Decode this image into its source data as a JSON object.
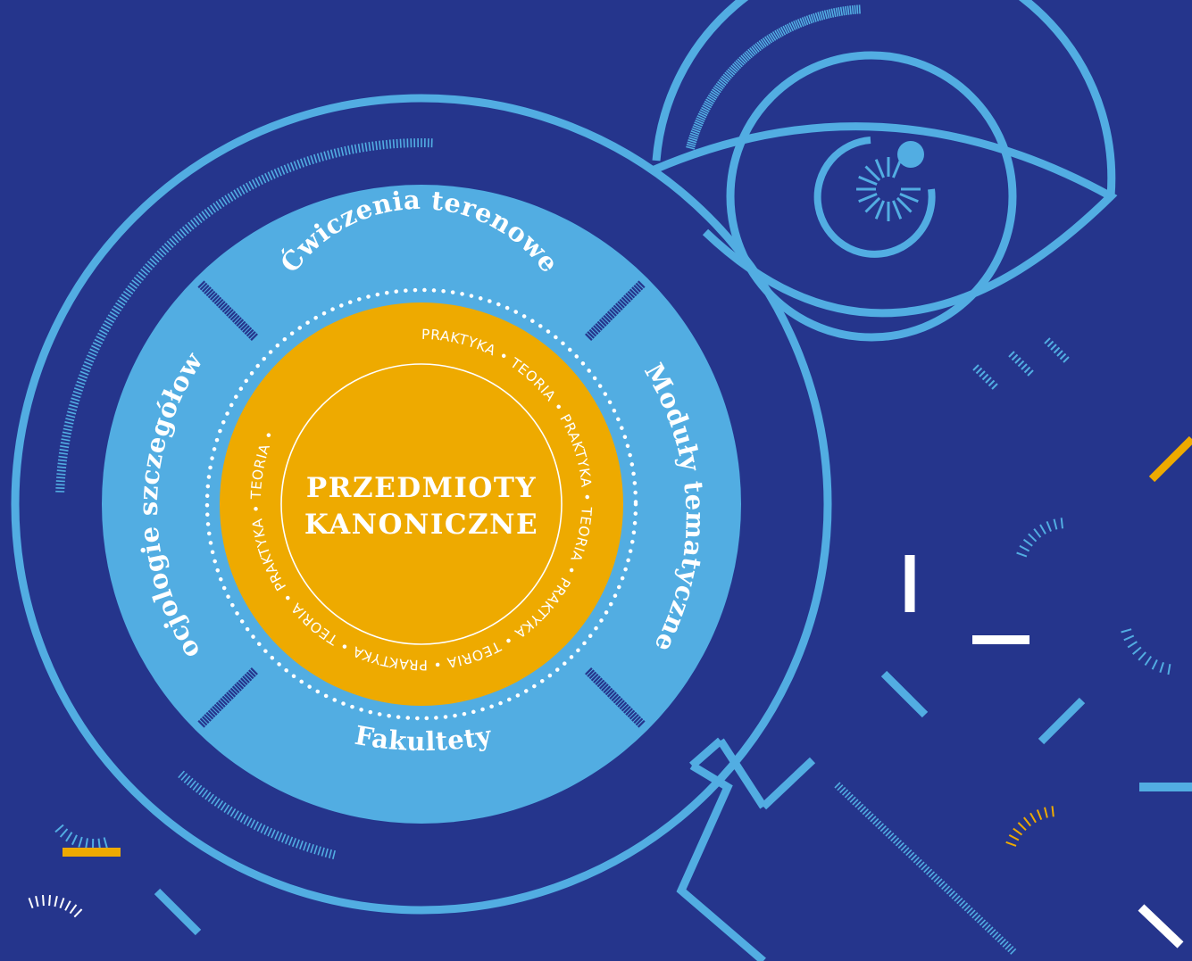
{
  "center": {
    "line1": "PRZEDMIOTY",
    "line2": "KANONICZNE"
  },
  "segments": {
    "top": "Ćwiczenia terenowe",
    "right": "Moduły tematyczne",
    "bottom": "Fakultety",
    "left": "Socjologie szczegółowe"
  },
  "inner_ring": {
    "text": "PRAKTYKA  •  TEORIA  •  PRAKTYKA  •  TEORIA  •  PRAKTYKA  •  TEORIA  •  PRAKTYKA  •  TEORIA  •  PRAKTYKA  •  TEORIA  •"
  },
  "colors": {
    "background": "#25358c",
    "light_blue": "#52ade2",
    "orange": "#eeaa00",
    "white": "#ffffff"
  }
}
